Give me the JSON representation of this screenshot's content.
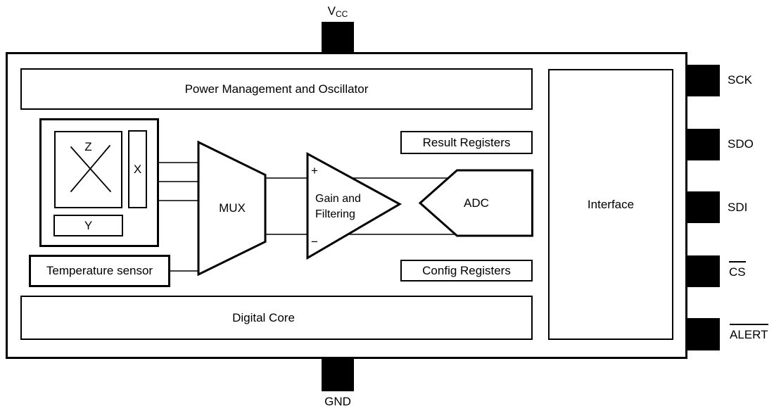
{
  "blocks": {
    "power_management": "Power Management and Oscillator",
    "result_registers": "Result Registers",
    "config_registers": "Config Registers",
    "temperature_sensor": "Temperature sensor",
    "digital_core": "Digital Core",
    "interface": "Interface",
    "mux": "MUX",
    "adc": "ADC",
    "amplifier": {
      "line1": "Gain and",
      "line2": "Filtering",
      "plus_input": "+",
      "minus_input": "−"
    },
    "sensor": {
      "z": "Z",
      "x": "X",
      "y": "Y"
    }
  },
  "pins": {
    "top": {
      "name": "V",
      "subscript": "CC"
    },
    "bottom": {
      "name": "GND"
    },
    "right": [
      {
        "label": "SCK",
        "overline": false
      },
      {
        "label": "SDO",
        "overline": false
      },
      {
        "label": "SDI",
        "overline": false
      },
      {
        "label": "CS",
        "overline": true
      },
      {
        "label": "ALERT",
        "overline": true
      }
    ]
  },
  "colors": {
    "line": "#000000",
    "pin_fill": "#000000",
    "background": "#ffffff"
  }
}
